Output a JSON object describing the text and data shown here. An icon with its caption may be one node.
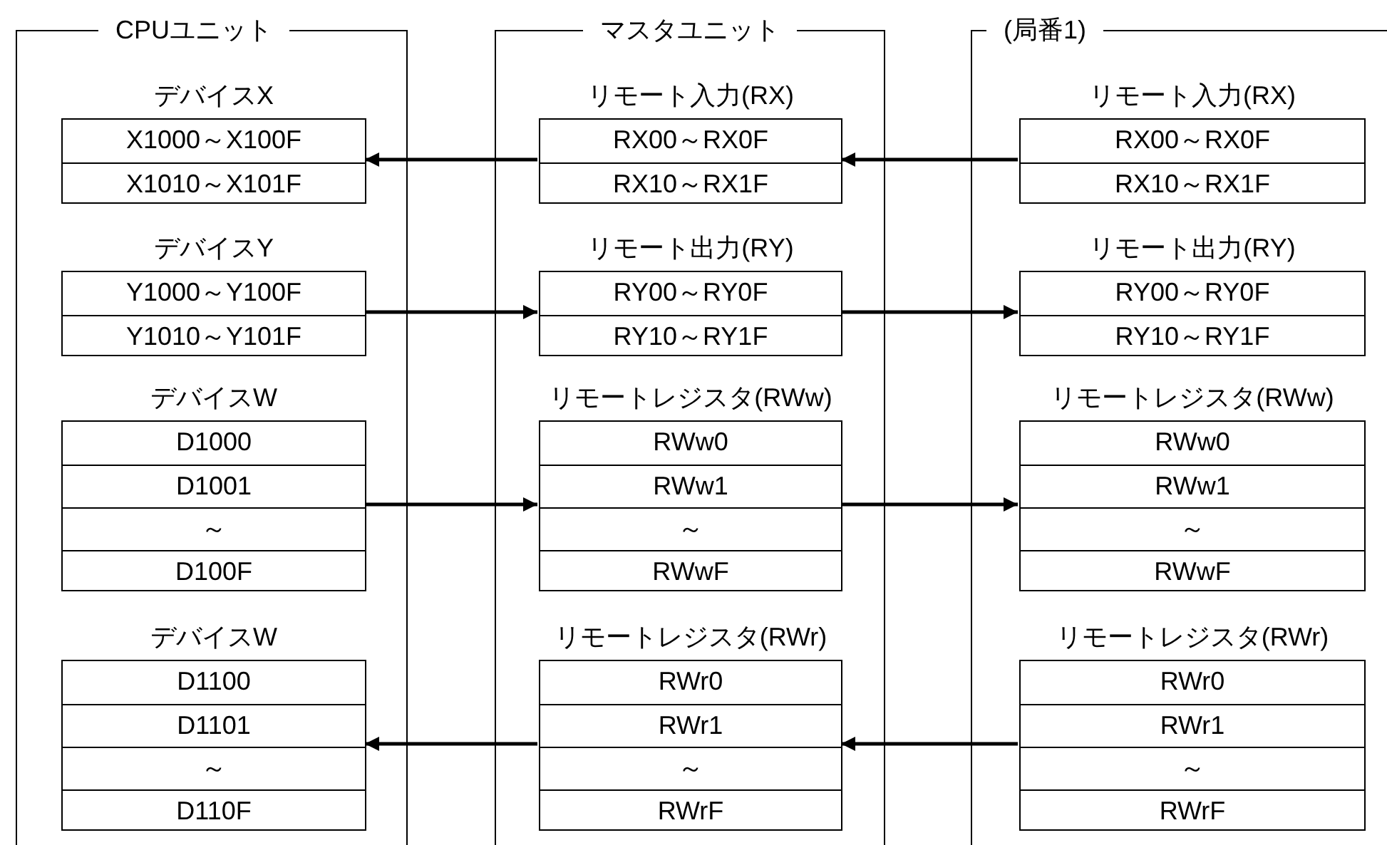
{
  "diagram": {
    "nodes": [
      {
        "text": [
          "CPUユニット"
        ]
      },
      {
        "text": [
          "デバイスX",
          "X1000～X100F",
          "X1010～X101F"
        ],
        "in": 0
      },
      {
        "text": [
          "デバイスY",
          "Y1000～Y100F",
          "Y1010～Y101F"
        ],
        "in": 0
      },
      {
        "text": [
          "デバイスW",
          "D1000",
          "D1001",
          "～",
          "D100F"
        ],
        "in": 0
      },
      {
        "text": [
          "デバイスW",
          "D1100",
          "D1101",
          "～",
          "D110F"
        ],
        "in": 0
      },
      {
        "text": [
          "マスタユニット"
        ]
      },
      {
        "text": [
          "リモート入力(RX)",
          "RX00～RX0F",
          "RX10～RX1F"
        ],
        "in": 5
      },
      {
        "text": [
          "リモート出力(RY)",
          "RY00～RY0F",
          "RY10～RY1F"
        ],
        "in": 5
      },
      {
        "text": [
          "リモートレジスタ(RWw)",
          "RWw0",
          "RWw1",
          "～",
          "RWwF"
        ],
        "in": 5
      },
      {
        "text": [
          "リモートレジスタ(RWr)",
          "RWr0",
          "RWr1",
          "～",
          "RWrF"
        ],
        "in": 5
      },
      {
        "text": [
          "(局番1)"
        ]
      },
      {
        "text": [
          "リモート入力(RX)",
          "RX00～RX0F",
          "RX10～RX1F"
        ],
        "in": 10
      },
      {
        "text": [
          "リモート出力(RY)",
          "RY00～RY0F",
          "RY10～RY1F"
        ],
        "in": 10
      },
      {
        "text": [
          "リモートレジスタ(RWw)",
          "RWw0",
          "RWw1",
          "～",
          "RWwF"
        ],
        "in": 10
      },
      {
        "text": [
          "リモートレジスタ(RWr)",
          "RWr0",
          "RWr1",
          "～",
          "RWrF"
        ],
        "in": 10
      }
    ],
    "edges": [
      {
        "from": 11,
        "to": 6,
        "arrow": "to"
      },
      {
        "from": 6,
        "to": 1,
        "arrow": "to"
      },
      {
        "from": 2,
        "to": 7,
        "arrow": "to"
      },
      {
        "from": 7,
        "to": 12,
        "arrow": "to"
      },
      {
        "from": 3,
        "to": 8,
        "arrow": "to"
      },
      {
        "from": 8,
        "to": 13,
        "arrow": "to"
      },
      {
        "from": 14,
        "to": 9,
        "arrow": "to"
      },
      {
        "from": 9,
        "to": 4,
        "arrow": "to"
      }
    ]
  }
}
